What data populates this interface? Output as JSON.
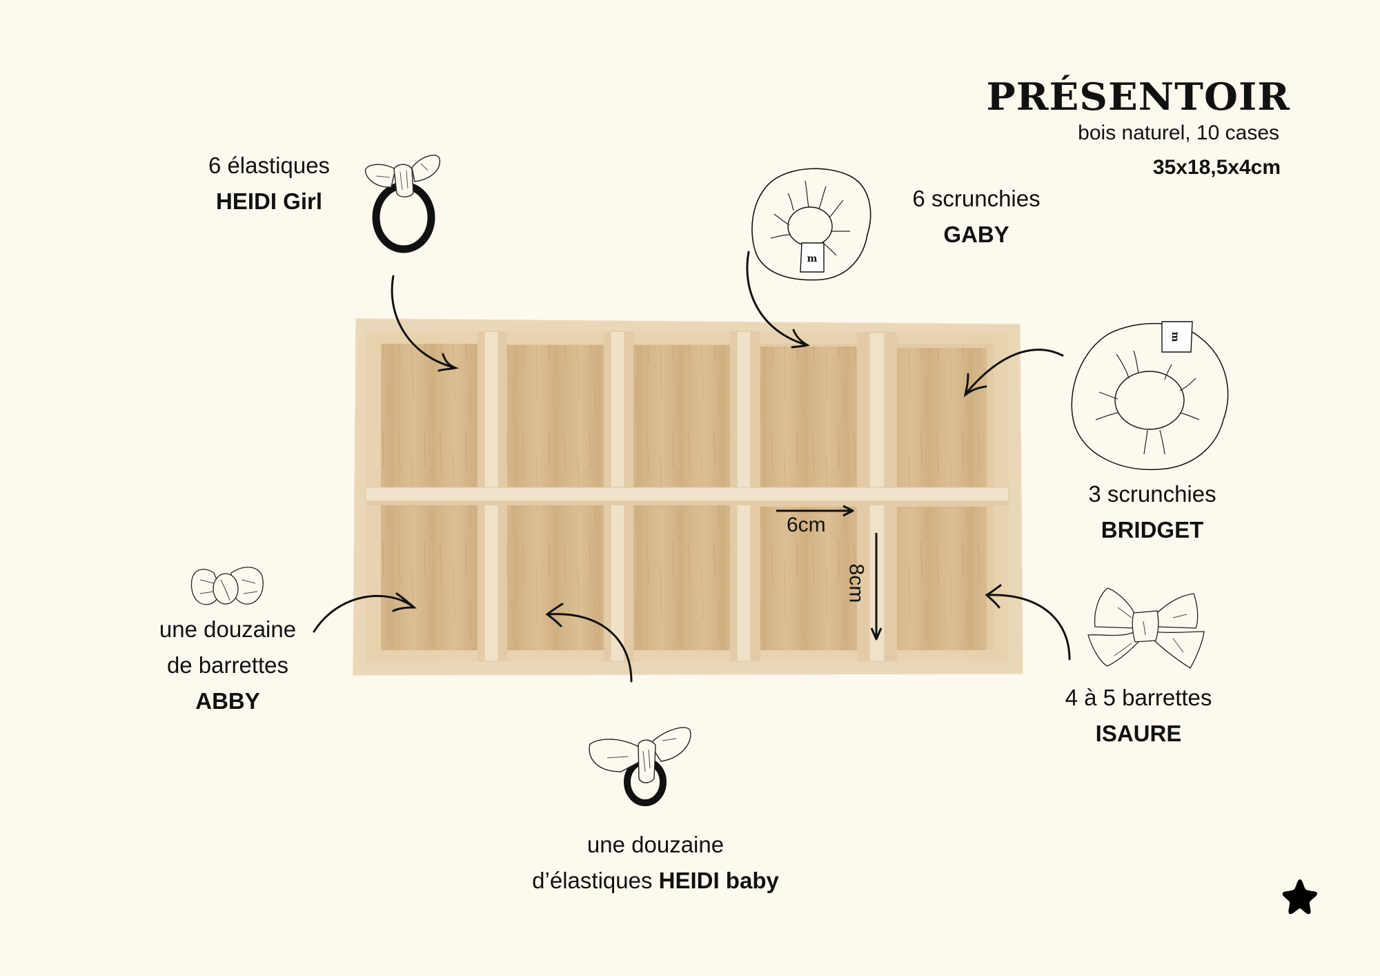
{
  "header": {
    "title": "PRÉSENTOIR",
    "subtitle": "bois naturel, 10 cases",
    "dimensions": "35x18,5x4cm"
  },
  "items": [
    {
      "id": "heidi-girl",
      "quantity": "6 élastiques",
      "name": "HEIDI Girl",
      "icon": "knotted-hair-tie-icon",
      "target_cell": "top-1"
    },
    {
      "id": "gaby",
      "quantity": "6 scrunchies",
      "name": "GABY",
      "icon": "scrunchie-icon",
      "target_cell": "top-4"
    },
    {
      "id": "bridget",
      "quantity": "3 scrunchies",
      "name": "BRIDGET",
      "icon": "scrunchie-icon",
      "target_cell": "top-5"
    },
    {
      "id": "abby",
      "quantity_line1": "une douzaine",
      "quantity_line2": "de barrettes",
      "name": "ABBY",
      "icon": "small-bow-icon",
      "target_cell": "bottom-1"
    },
    {
      "id": "heidi-baby",
      "quantity_line1": "une douzaine",
      "quantity_line2": "d’élastiques",
      "name": "HEIDI baby",
      "icon": "knotted-hair-tie-icon",
      "target_cell": "bottom-2"
    },
    {
      "id": "isaure",
      "quantity": "4 à 5 barrettes",
      "name": "ISAURE",
      "icon": "large-bow-icon",
      "target_cell": "bottom-5"
    }
  ],
  "tray": {
    "cells": 10,
    "rows": 2,
    "cols": 5,
    "cell_width_label": "6cm",
    "cell_height_label": "8cm",
    "colors": {
      "frame": "#e9d6b6",
      "frame_light": "#f1e3cb",
      "cell_floor": "#d7b88e",
      "cell_floor_dark": "#c9a677",
      "divider": "#efe0c6"
    }
  },
  "scrunchie_tag": "m",
  "colors": {
    "background": "#fdf9ef",
    "ink": "#111111"
  }
}
